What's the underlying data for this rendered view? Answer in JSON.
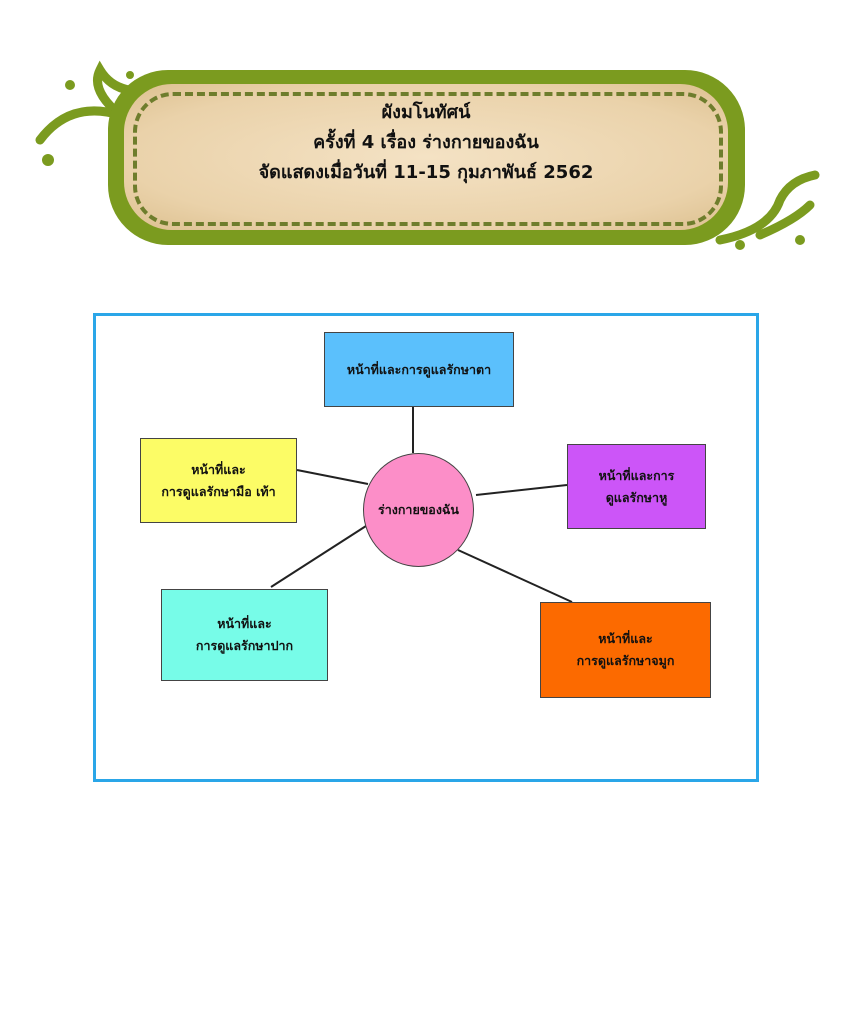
{
  "banner": {
    "title_lines": [
      "ผังมโนทัศน์",
      "ครั้งที่ 4 เรื่อง ร่างกายของฉัน",
      "จัดแสดงเมื่อวันที่ 11-15 กุมภาพันธ์ 2562"
    ]
  },
  "diagram": {
    "center": {
      "label": "ร่างกายของฉัน",
      "color": "#fc8ec8"
    },
    "nodes": [
      {
        "lines": [
          "หน้าที่และการดูแลรักษาตา"
        ],
        "color": "#5bc0fc"
      },
      {
        "lines": [
          "หน้าที่และ",
          "การดูแลรักษามือ เท้า"
        ],
        "color": "#fcfc66"
      },
      {
        "lines": [
          "หน้าที่และการ",
          "ดูแลรักษาหู"
        ],
        "color": "#cc55f8"
      },
      {
        "lines": [
          "หน้าที่และ",
          "การดูแลรักษาปาก"
        ],
        "color": "#77fce8"
      },
      {
        "lines": [
          "หน้าที่และ",
          "การดูแลรักษาจมูก"
        ],
        "color": "#fc6a00"
      }
    ],
    "frame_color": "#2aa6e8"
  }
}
